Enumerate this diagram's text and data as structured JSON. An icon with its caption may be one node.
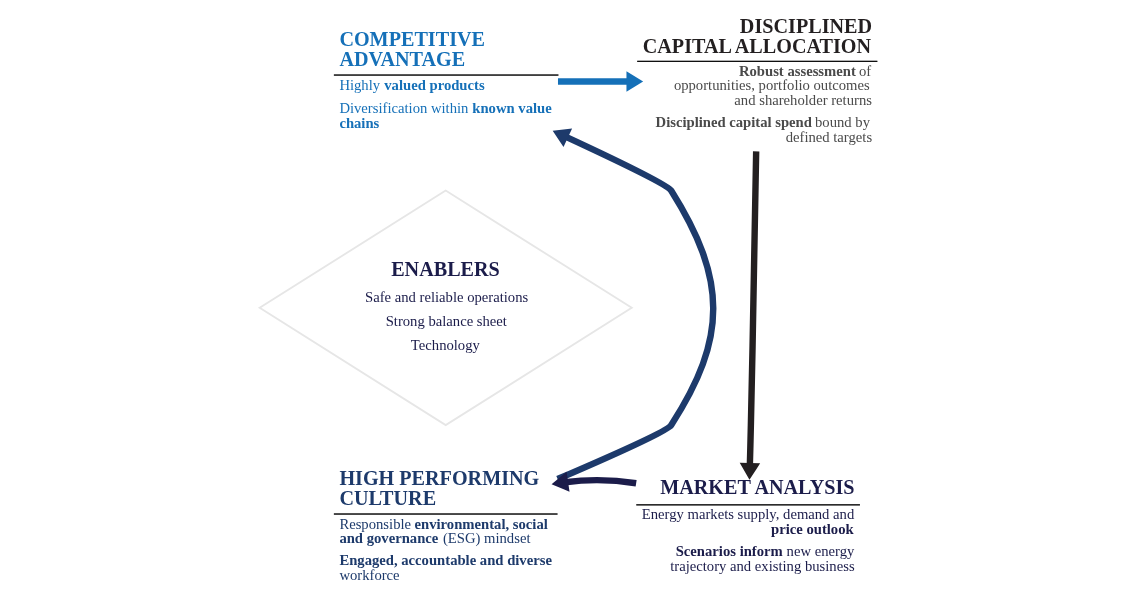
{
  "diagram": {
    "nodes": [
      {
        "text": [
          "COMPETITIVE ADVANTAGE",
          "Highly **valued products**",
          "Diversification within **known value chains**"
        ]
      },
      {
        "text": [
          "DISCIPLINED CAPITAL ALLOCATION",
          "**Robust assessment** of opportunities, portfolio outcomes and shareholder returns",
          "**Disciplined capital spend** bound by defined targets"
        ]
      },
      {
        "text": [
          "ENABLERS",
          "Safe and reliable operations",
          "Strong balance sheet",
          "Technology"
        ]
      },
      {
        "text": [
          "HIGH PERFORMING CULTURE",
          "Responsible **environmental, social and governance** (ESG) mindset",
          "**Engaged, accountable and diverse** workforce"
        ]
      },
      {
        "text": [
          "MARKET ANALYSIS",
          "Energy markets supply, demand and **price outlook**",
          "**Scenarios inform** new energy trajectory and existing business"
        ]
      }
    ],
    "edges": [
      {
        "from": 0,
        "to": 1,
        "arrow": "to",
        "color": "#1570b8"
      },
      {
        "from": 1,
        "to": 4,
        "arrow": "to",
        "color": "#231f20"
      },
      {
        "from": 4,
        "to": 3,
        "arrow": "to",
        "color": "#1b1c4a"
      },
      {
        "from": 3,
        "to": 0,
        "arrow": "to",
        "color": "#1d3a6b"
      }
    ]
  }
}
